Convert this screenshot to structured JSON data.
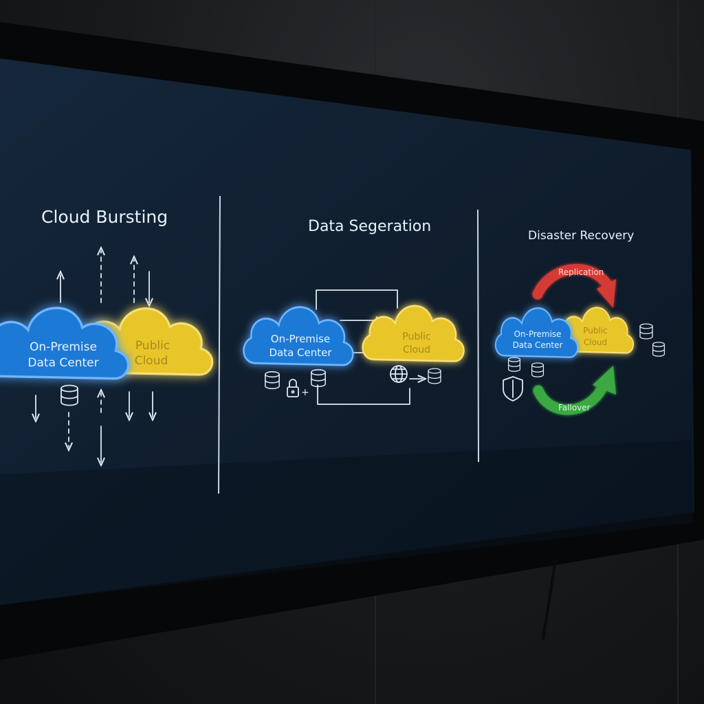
{
  "panels": {
    "cloud_bursting": {
      "title": "Cloud Bursting",
      "on_premise_line1": "On-Premise",
      "on_premise_line2": "Data Center",
      "public_line1": "Public",
      "public_line2": "Cloud"
    },
    "data_segregation": {
      "title": "Data Segeration",
      "on_premise_line1": "On-Premise",
      "on_premise_line2": "Data Center",
      "public_line1": "Public",
      "public_line2": "Cloud",
      "plus_symbol": "+"
    },
    "disaster_recovery": {
      "title": "Disaster Recovery",
      "on_premise_line1": "On-Premise",
      "on_premise_line2": "Data Center",
      "public_line1": "Public",
      "public_line2": "Cloud",
      "replication_label": "Replication",
      "failover_label": "Fallover"
    }
  },
  "colors": {
    "on_premise_blue": "#1f7ad6",
    "public_yellow": "#e8c62a",
    "replication_red": "#d43a34",
    "failover_green": "#3aa842",
    "screen_bg": "#0d1a2a"
  }
}
